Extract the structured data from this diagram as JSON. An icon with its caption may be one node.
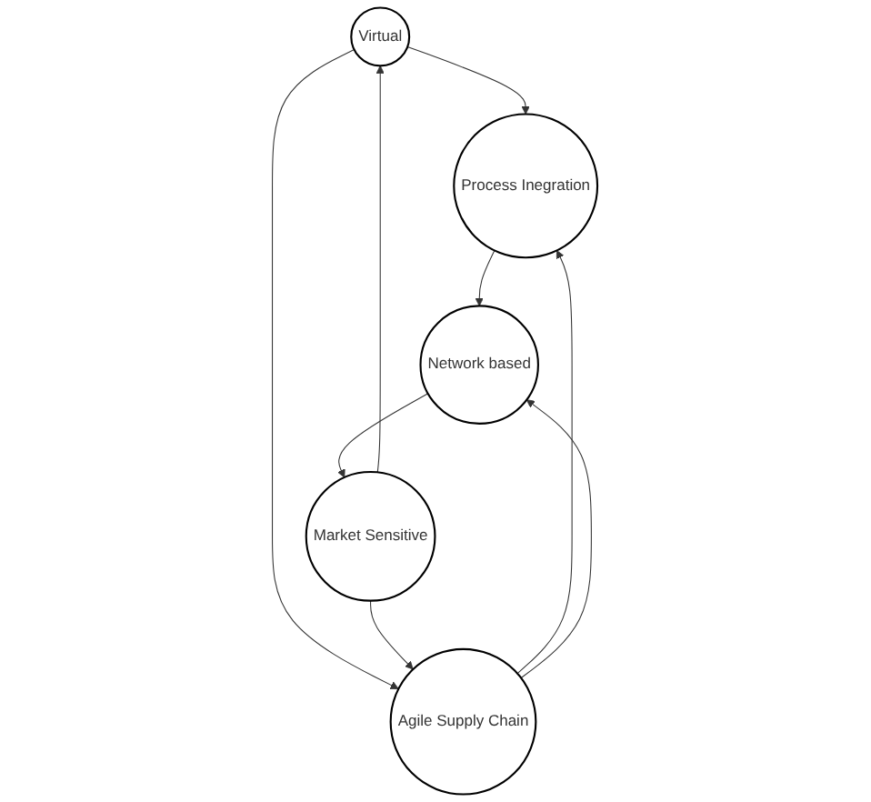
{
  "diagram": {
    "nodes": [
      {
        "text": [
          "Virtual"
        ]
      },
      {
        "text": [
          "Market Sensitive"
        ]
      },
      {
        "text": [
          "Agile Supply Chain"
        ]
      },
      {
        "text": [
          "Process Inegration"
        ]
      },
      {
        "text": [
          "Network based"
        ]
      }
    ],
    "edges": [
      {
        "from": 1,
        "to": 0,
        "arrow": "to"
      },
      {
        "from": 0,
        "to": 3,
        "arrow": "to"
      },
      {
        "from": 0,
        "to": 2,
        "arrow": "to"
      },
      {
        "from": 1,
        "to": 2,
        "arrow": "to"
      },
      {
        "from": 2,
        "to": 3,
        "arrow": "to"
      },
      {
        "from": 2,
        "to": 4,
        "arrow": "to"
      },
      {
        "from": 3,
        "to": 4,
        "arrow": "to"
      },
      {
        "from": 4,
        "to": 1,
        "arrow": "to"
      }
    ]
  }
}
